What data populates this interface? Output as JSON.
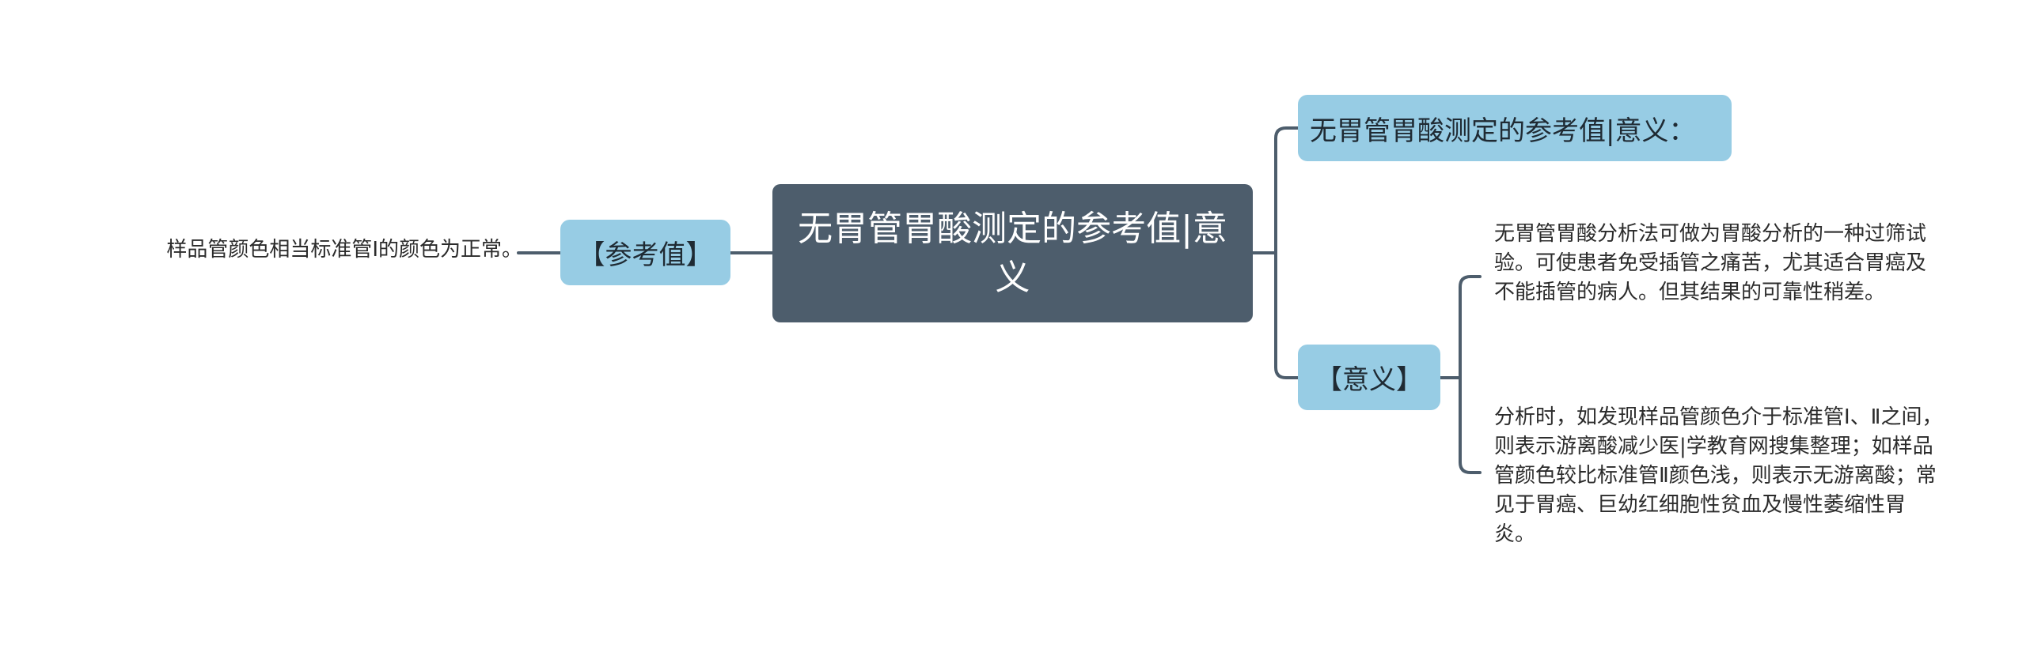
{
  "root": {
    "title": "无胃管胃酸测定的参考值|意义"
  },
  "left_branch": {
    "label": "【参考值】",
    "leaf": "样品管颜色相当标准管Ⅰ的颜色为正常。"
  },
  "right_branches": [
    {
      "label": "无胃管胃酸测定的参考值|意义："
    },
    {
      "label": "【意义】",
      "leaves": [
        "无胃管胃酸分析法可做为胃酸分析的一种过筛试验。可使患者免受插管之痛苦，尤其适合胃癌及不能插管的病人。但其结果的可靠性稍差。",
        "分析时，如发现样品管颜色介于标准管Ⅰ、Ⅱ之间，则表示游离酸减少医|学教育网搜集整理；如样品管颜色较比标准管Ⅱ颜色浅，则表示无游离酸；常见于胃癌、巨幼红细胞性贫血及慢性萎缩性胃炎。"
      ]
    }
  ],
  "colors": {
    "root_fill": "#4d5d6c",
    "branch_fill": "#97cce4",
    "connector": "#4d5d6c"
  }
}
